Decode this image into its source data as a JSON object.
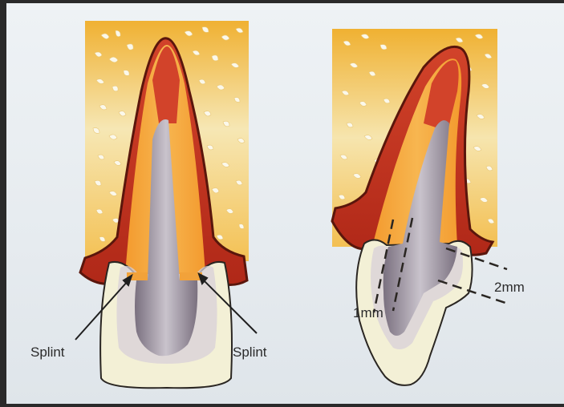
{
  "left_figure": {
    "label_left": "Splint",
    "label_right": "Splint"
  },
  "right_figure": {
    "label_1mm": "1mm",
    "label_2mm": "2mm"
  },
  "colors": {
    "bone": "#f2b53c",
    "bone_light": "#f7e9b8",
    "trabecula": "#fbf8ea",
    "gum": "#c7331f",
    "gum_dark": "#6a1a10",
    "dentin": "#f2a23a",
    "pulp": "#8d8492",
    "enamel": "#f3f0d6",
    "outline": "#3a2a20"
  }
}
